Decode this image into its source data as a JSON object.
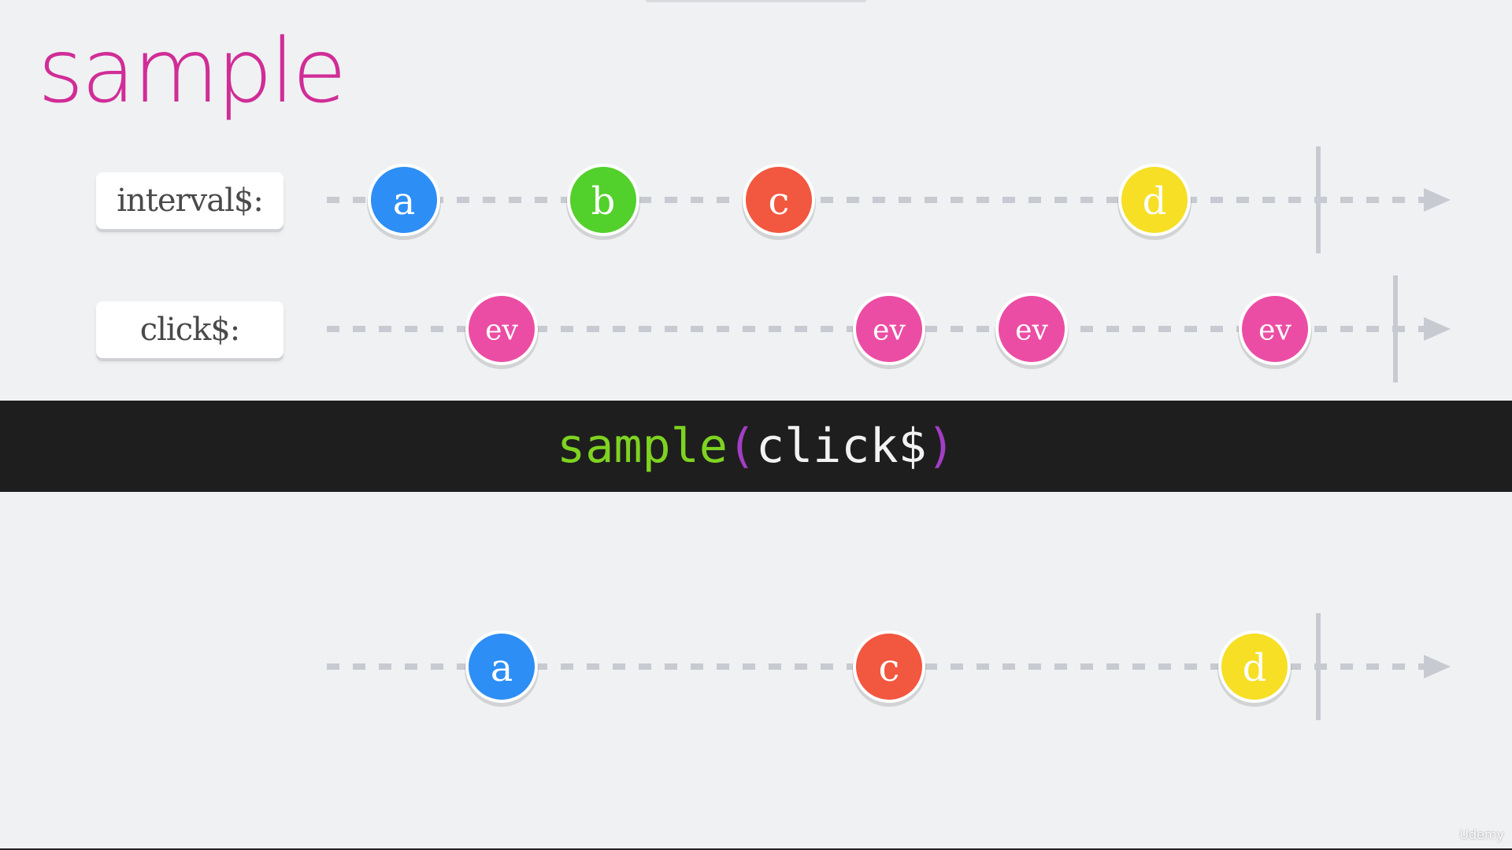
{
  "title": "sample",
  "operator": {
    "name": "sample",
    "open_paren": "(",
    "argument": "click$",
    "close_paren": ")"
  },
  "streams": [
    {
      "id": "interval",
      "label": "interval$:",
      "marbles": [
        {
          "text": "a",
          "color": "#2d8ef5"
        },
        {
          "text": "b",
          "color": "#52d02b"
        },
        {
          "text": "c",
          "color": "#f2573f"
        },
        {
          "text": "d",
          "color": "#f6df25"
        }
      ],
      "completed": true
    },
    {
      "id": "click",
      "label": "click$:",
      "marbles": [
        {
          "text": "ev",
          "color": "#ec4da4"
        },
        {
          "text": "ev",
          "color": "#ec4da4"
        },
        {
          "text": "ev",
          "color": "#ec4da4"
        },
        {
          "text": "ev",
          "color": "#ec4da4"
        }
      ],
      "completed": true
    },
    {
      "id": "output",
      "label": "",
      "marbles": [
        {
          "text": "a",
          "color": "#2d8ef5"
        },
        {
          "text": "c",
          "color": "#f2573f"
        },
        {
          "text": "d",
          "color": "#f6df25"
        }
      ],
      "completed": true
    }
  ],
  "colors": {
    "title": "#d02d97",
    "timeline": "#c8cad1",
    "operator_name": "#7ed321",
    "operator_paren": "#a23ec6",
    "operator_band": "#1e1e1e"
  },
  "watermark": "Udemy"
}
